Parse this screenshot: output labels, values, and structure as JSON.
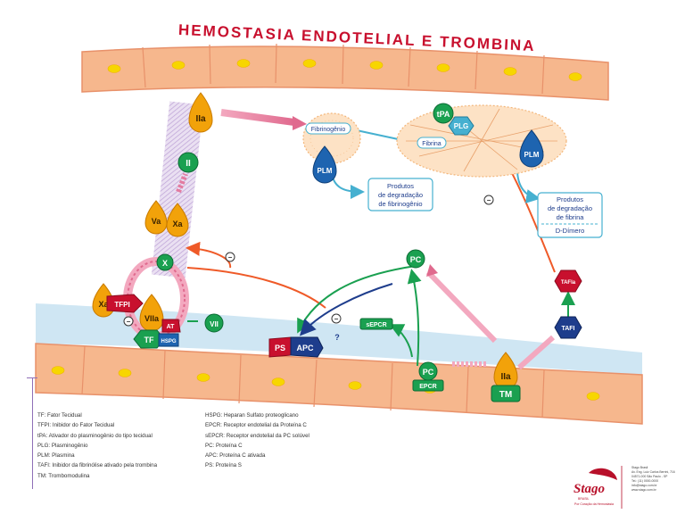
{
  "title": "HEMOSTASIA ENDOTELIAL E TROMBINA",
  "nodes": {
    "IIa_top": "IIa",
    "II": "II",
    "Va": "Va",
    "Xa_upper": "Xa",
    "X": "X",
    "Xa_left": "Xa",
    "TFPI": "TFPI",
    "VIIa": "VIIa",
    "TF": "TF",
    "HSPG": "HSPG",
    "AT": "AT",
    "VII": "VII",
    "PS": "PS",
    "APC": "APC",
    "question": "?",
    "sEPCR": "sEPCR",
    "PC_top": "PC",
    "PC_bottom": "PC",
    "EPCR": "EPCR",
    "IIa_bottom": "IIa",
    "TM": "TM",
    "TAFI": "TAFI",
    "TAFIa": "TAFIa",
    "fibrinogenio": "Fibrinogênio",
    "PLM_left": "PLM",
    "tPA": "tPA",
    "PLG": "PLG",
    "fibrina": "Fibrina",
    "PLM_right": "PLM",
    "minus": "−"
  },
  "boxes": {
    "fdp": [
      "Produtos",
      "de degradação",
      "de fibrinogênio"
    ],
    "fibrin_dp": [
      "Produtos",
      "de degradação",
      "de fibrina"
    ],
    "d_dimer": "D-Dímero"
  },
  "legend_left": [
    "TF: Fator Tecidual",
    "TFPI: Inibidor do Fator Tecidual",
    "tPA: Ativador do plasminogênio do tipo tecidual",
    "PLG: Plasminogênio",
    "PLM: Plasmina",
    "TAFI: Inibidor da fibrinólise ativado pela trombina",
    "TM: Trombomodulina"
  ],
  "legend_right": [
    "HSPG: Heparan Sulfato proteoglicano",
    "EPCR: Receptor endotelial da Proteína C",
    "sEPCR: Receptor endotelial da PC solúvel",
    "PC: Proteína C",
    "APC: Proteína C ativada",
    "PS: Proteína S"
  ],
  "brand": {
    "name": "Stago",
    "sub": "BRASIL",
    "tagline": "Por Coração da Hemostasia"
  },
  "contact": [
    "Stago Brasil",
    "Av. Eng. Luiz Carlos Berrini, 716",
    "04571-000 São Paulo - SP",
    "Tel.: (11) 0000-0000",
    "info@stago.com.br",
    "www.stago.com.br"
  ],
  "colors": {
    "title": "#c8102e",
    "vessel_cell": "#f6b78d",
    "vessel_nucleus": "#f7d600",
    "blood": "#cfe6f3",
    "yellow_drop": "#f2a20a",
    "green": "#1aa050",
    "blue_drop": "#1e64b0",
    "teal": "#46b0d0",
    "red": "#c8102e",
    "navy": "#1e3d8c",
    "orange_arrow": "#ef5a28",
    "pink_arrow": "#e37ba0",
    "purple": "#8566b3"
  }
}
